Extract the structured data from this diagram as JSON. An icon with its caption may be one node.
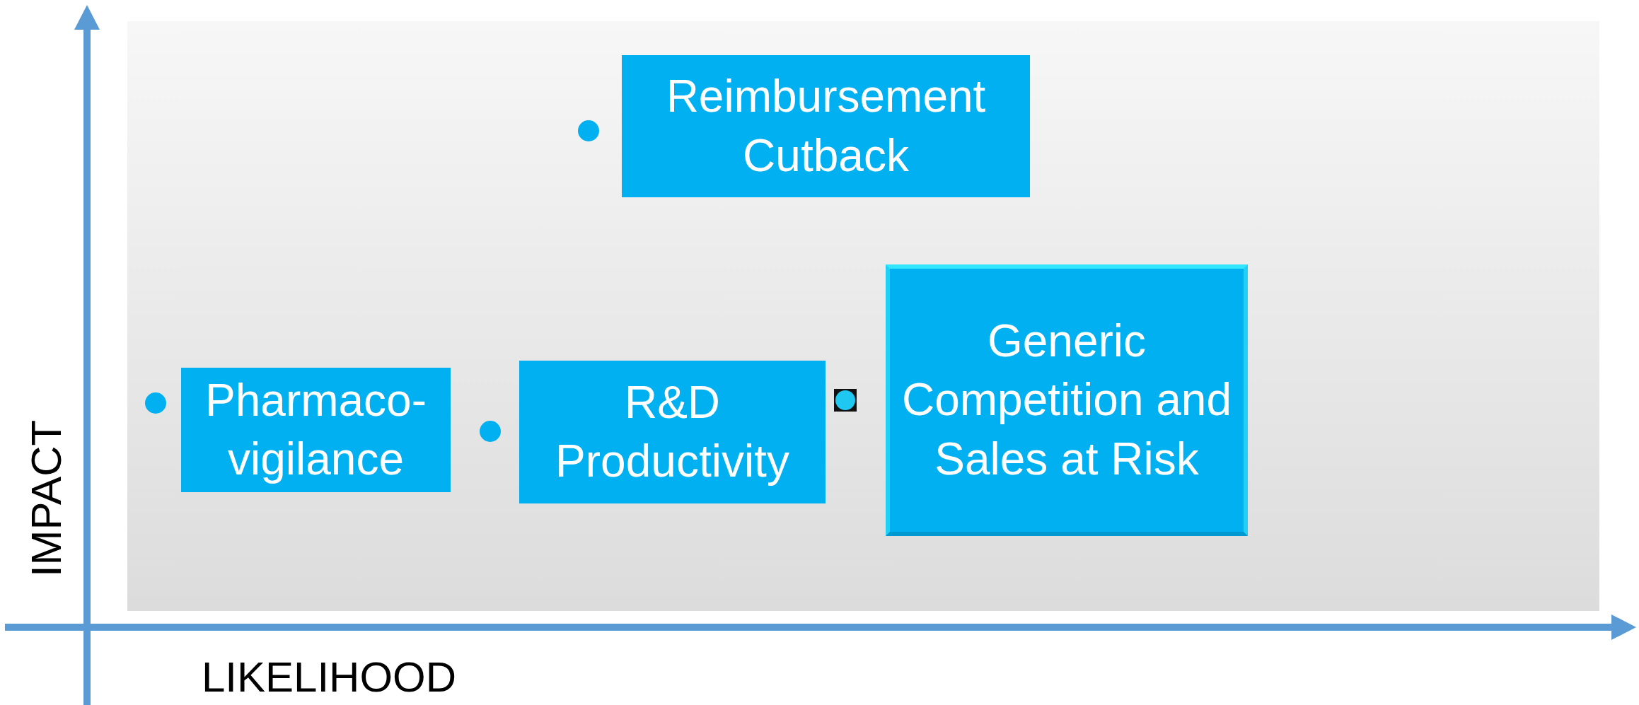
{
  "diagram": {
    "nodes": [
      {
        "text": [
          "Reimbursement Cutback"
        ]
      },
      {
        "text": [
          "Pharmaco- vigilance"
        ]
      },
      {
        "text": [
          "R&D Productivity"
        ]
      },
      {
        "text": [
          "Generic Competition and Sales at Risk"
        ]
      }
    ],
    "labels": [
      "IMPACT",
      "LIKELIHOOD"
    ]
  }
}
